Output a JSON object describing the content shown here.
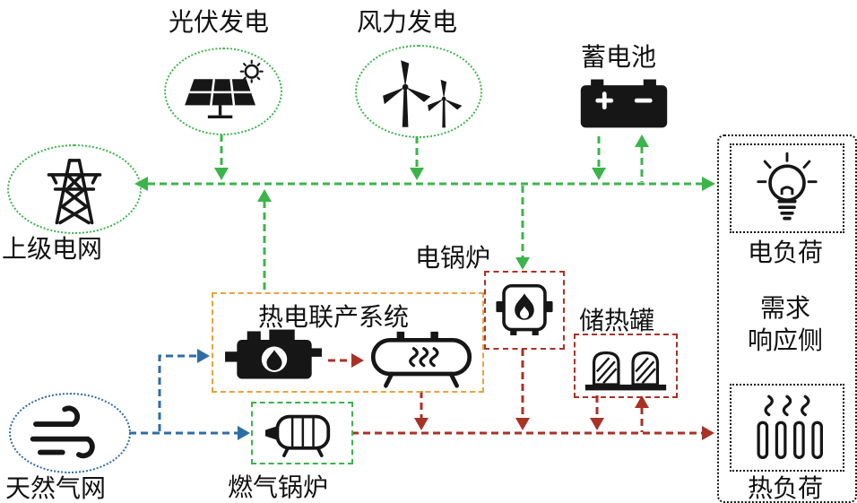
{
  "colors": {
    "electric": "#3cb44b",
    "heat": "#a93226",
    "gas": "#2e6da4",
    "chp-box": "#e8a33d",
    "ink": "#111111"
  },
  "nodes": {
    "pv": {
      "label": "光伏发电",
      "icon": "solar-panel-icon"
    },
    "wind": {
      "label": "风力发电",
      "icon": "wind-turbine-icon"
    },
    "battery": {
      "label": "蓄电池",
      "icon": "battery-icon"
    },
    "grid": {
      "label": "上级电网",
      "icon": "transmission-tower-icon"
    },
    "electric_boiler": {
      "label": "电锅炉",
      "icon": "electric-boiler-icon"
    },
    "chp": {
      "label": "热电联产系统",
      "icons": [
        "engine-icon",
        "heat-exchanger-icon"
      ]
    },
    "heat_tank": {
      "label": "储热罐",
      "icon": "heat-storage-tank-icon"
    },
    "gas_network": {
      "label": "天然气网",
      "icon": "gas-flow-icon"
    },
    "gas_boiler": {
      "label": "燃气锅炉",
      "icon": "gas-boiler-icon"
    },
    "electric_load": {
      "label": "电负荷",
      "icon": "light-bulb-icon"
    },
    "demand_side": {
      "label_line1": "需求",
      "label_line2": "响应侧"
    },
    "heat_load": {
      "label": "热负荷",
      "icon": "heating-element-icon"
    }
  }
}
